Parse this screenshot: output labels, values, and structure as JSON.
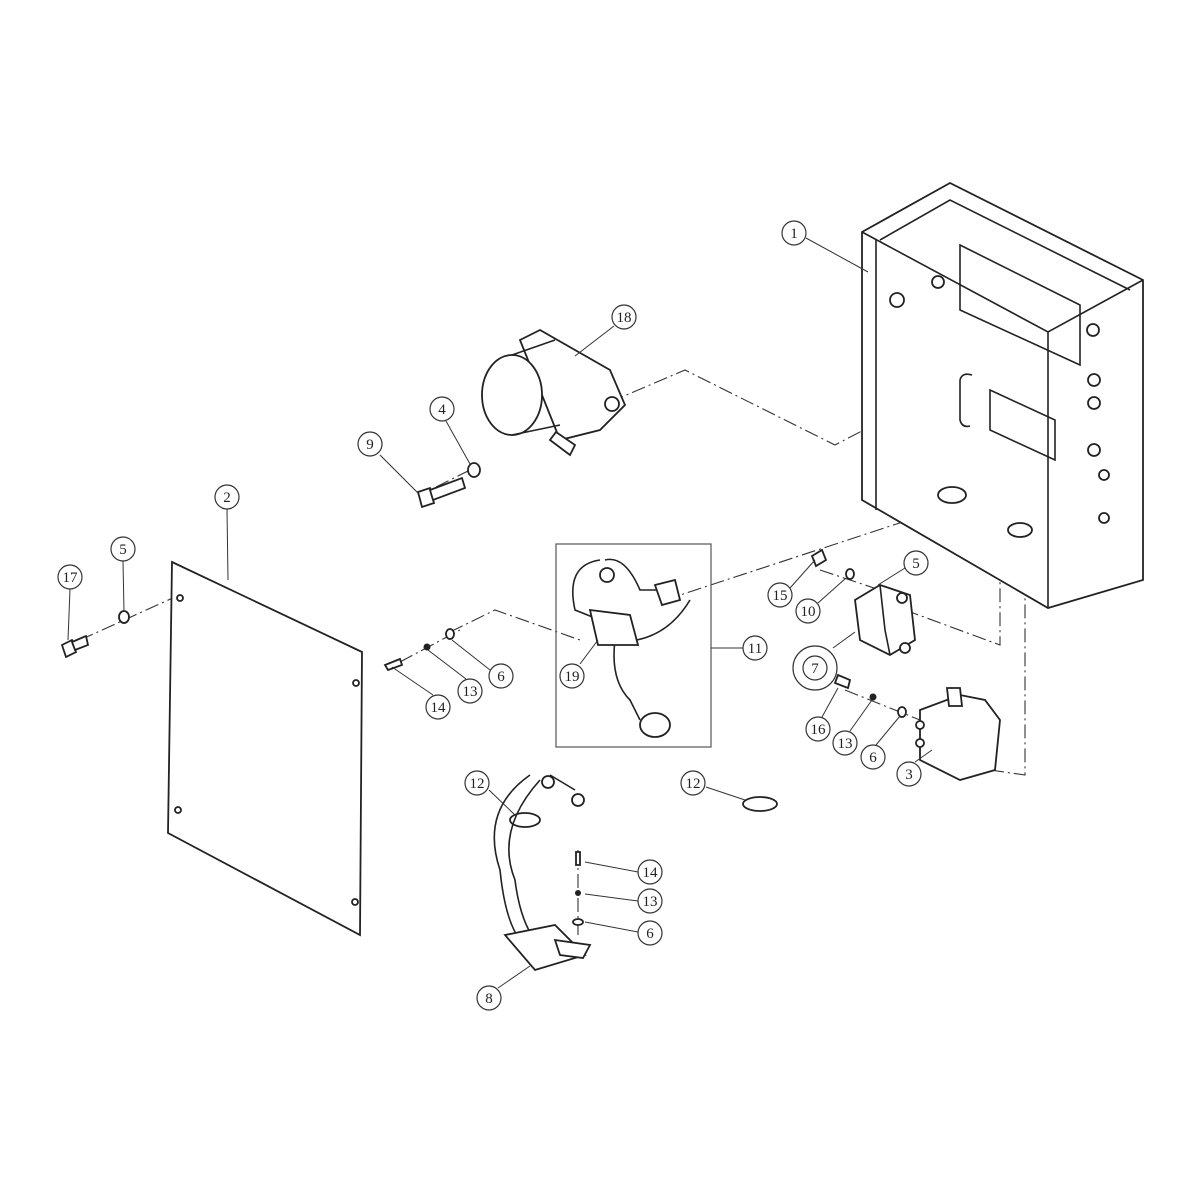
{
  "diagram": {
    "type": "exploded-parts-diagram",
    "highlight_color": "#d42a20",
    "highlighted_callout": "7",
    "callouts": [
      {
        "label": "1"
      },
      {
        "label": "18"
      },
      {
        "label": "4"
      },
      {
        "label": "9"
      },
      {
        "label": "2"
      },
      {
        "label": "5"
      },
      {
        "label": "17"
      },
      {
        "label": "5"
      },
      {
        "label": "15"
      },
      {
        "label": "10"
      },
      {
        "label": "11"
      },
      {
        "label": "7"
      },
      {
        "label": "6"
      },
      {
        "label": "13"
      },
      {
        "label": "14"
      },
      {
        "label": "19"
      },
      {
        "label": "16"
      },
      {
        "label": "13"
      },
      {
        "label": "6"
      },
      {
        "label": "3"
      },
      {
        "label": "12"
      },
      {
        "label": "12"
      },
      {
        "label": "14"
      },
      {
        "label": "13"
      },
      {
        "label": "6"
      },
      {
        "label": "8"
      }
    ]
  }
}
